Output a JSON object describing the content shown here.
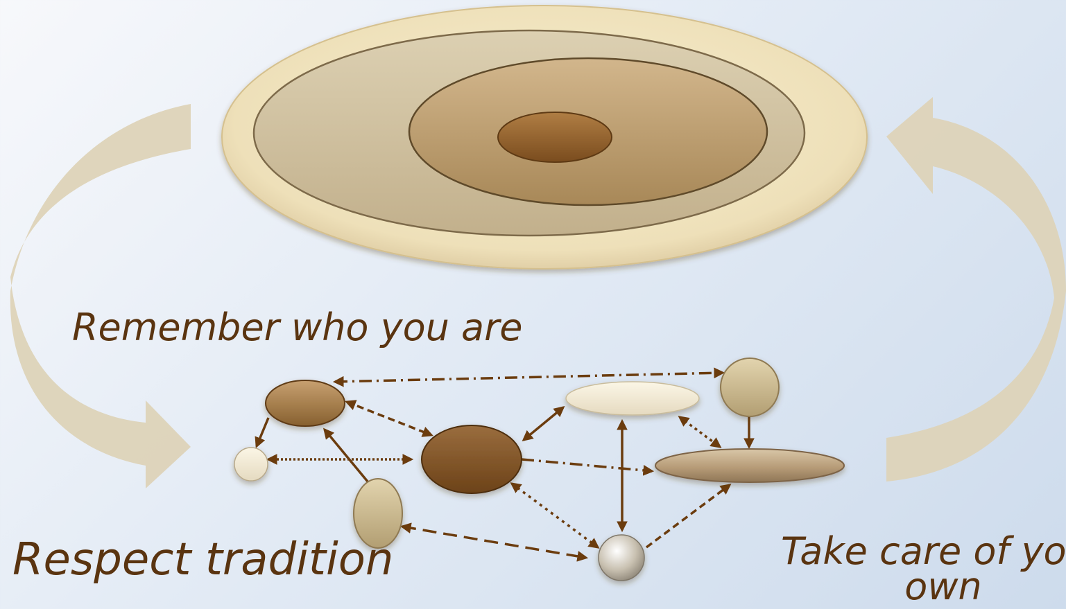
{
  "captions": {
    "remember": "Remember who you are",
    "respect": "Respect tradition",
    "take_care": "Take care of your own"
  },
  "colors": {
    "arrow_dark": "#6b3c0e",
    "curved_arrow": "#ddd3b8",
    "text": "#5a3410"
  }
}
